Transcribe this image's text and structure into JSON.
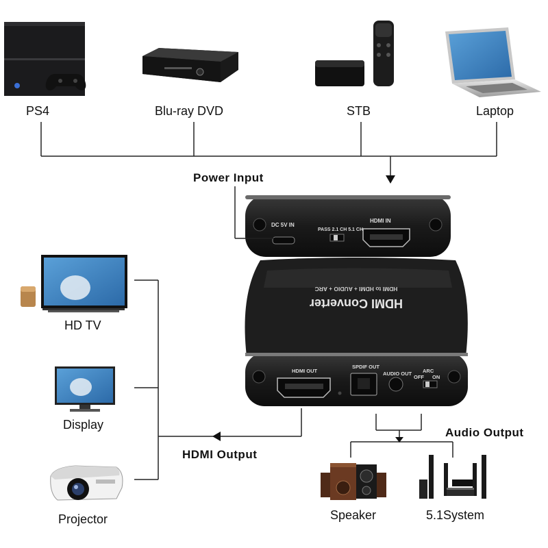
{
  "sources": {
    "ps4": "PS4",
    "bluray": "Blu-ray DVD",
    "stb": "STB",
    "laptop": "Laptop"
  },
  "callouts": {
    "power_input": "Power Input",
    "hdmi_output": "HDMI Output",
    "audio_output": "Audio Output"
  },
  "displays": {
    "hdtv": "HD TV",
    "display": "Display",
    "projector": "Projector"
  },
  "audio_devices": {
    "speaker": "Speaker",
    "system": "5.1System"
  },
  "converter": {
    "title": "HDMI Converter",
    "subtitle": "HDMI to HDMI + AUDIO + ARC",
    "back_panel": {
      "dc_in": "DC 5V IN",
      "pass": "PASS 2.1 CH 5.1 CH",
      "hdmi_in": "HDMI IN"
    },
    "front_panel": {
      "hdmi_out": "HDMI OUT",
      "spdif_out": "SPDIF OUT",
      "audio_out": "AUDIO OUT",
      "arc": "ARC",
      "off": "OFF",
      "on": "ON"
    }
  },
  "colors": {
    "line": "#222222",
    "device_body": "#1c1c1c",
    "metal": "#2b2b2b"
  }
}
